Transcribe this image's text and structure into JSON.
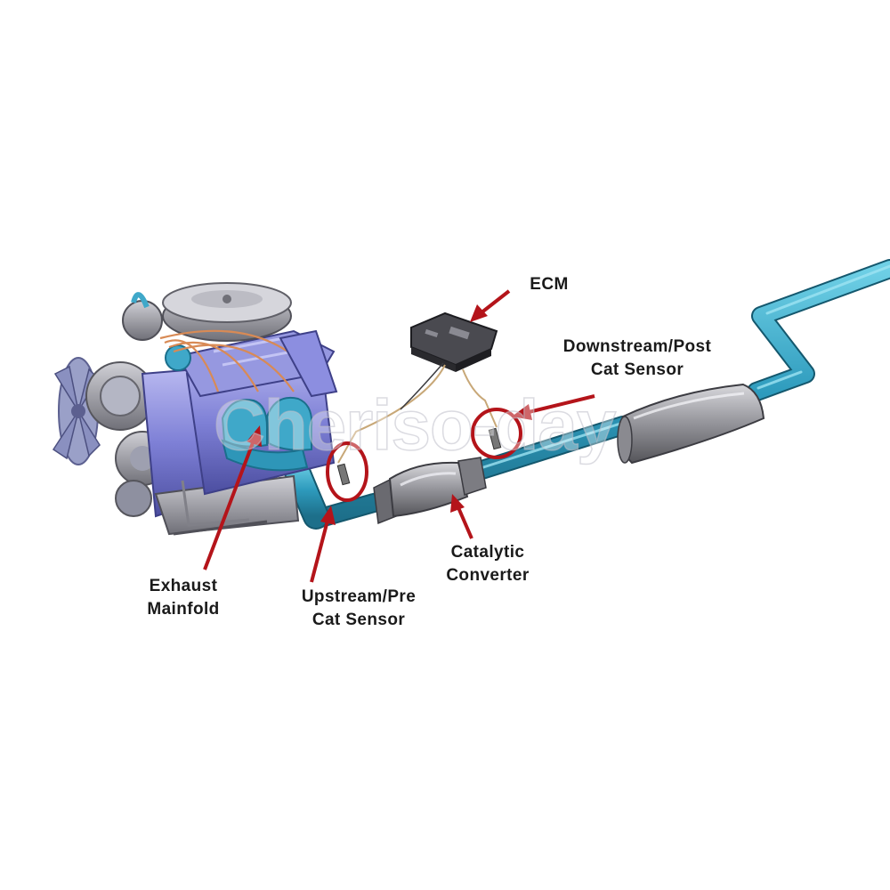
{
  "labels": {
    "ecm": "ECM",
    "downstream": {
      "line1": "Downstream/Post",
      "line2": "Cat Sensor"
    },
    "catalytic": {
      "line1": "Catalytic",
      "line2": "Converter"
    },
    "upstream": {
      "line1": "Upstream/Pre",
      "line2": "Cat Sensor"
    },
    "manifold": {
      "line1": "Exhaust",
      "line2": "Mainfold"
    }
  },
  "watermark": "Cheriso-day",
  "colors": {
    "pipe": "#2e9bbd",
    "pipe_light": "#5fc3dc",
    "engine_block": "#7e80d6",
    "engine_gray": "#9a9aa2",
    "arrow": "#b4141a",
    "converter": "#8c8c90",
    "ecm_body": "#3a3a3e"
  },
  "icons": [
    "engine-icon",
    "ecm-module-icon",
    "catalytic-converter-icon",
    "muffler-icon",
    "oxygen-sensor-icon"
  ]
}
